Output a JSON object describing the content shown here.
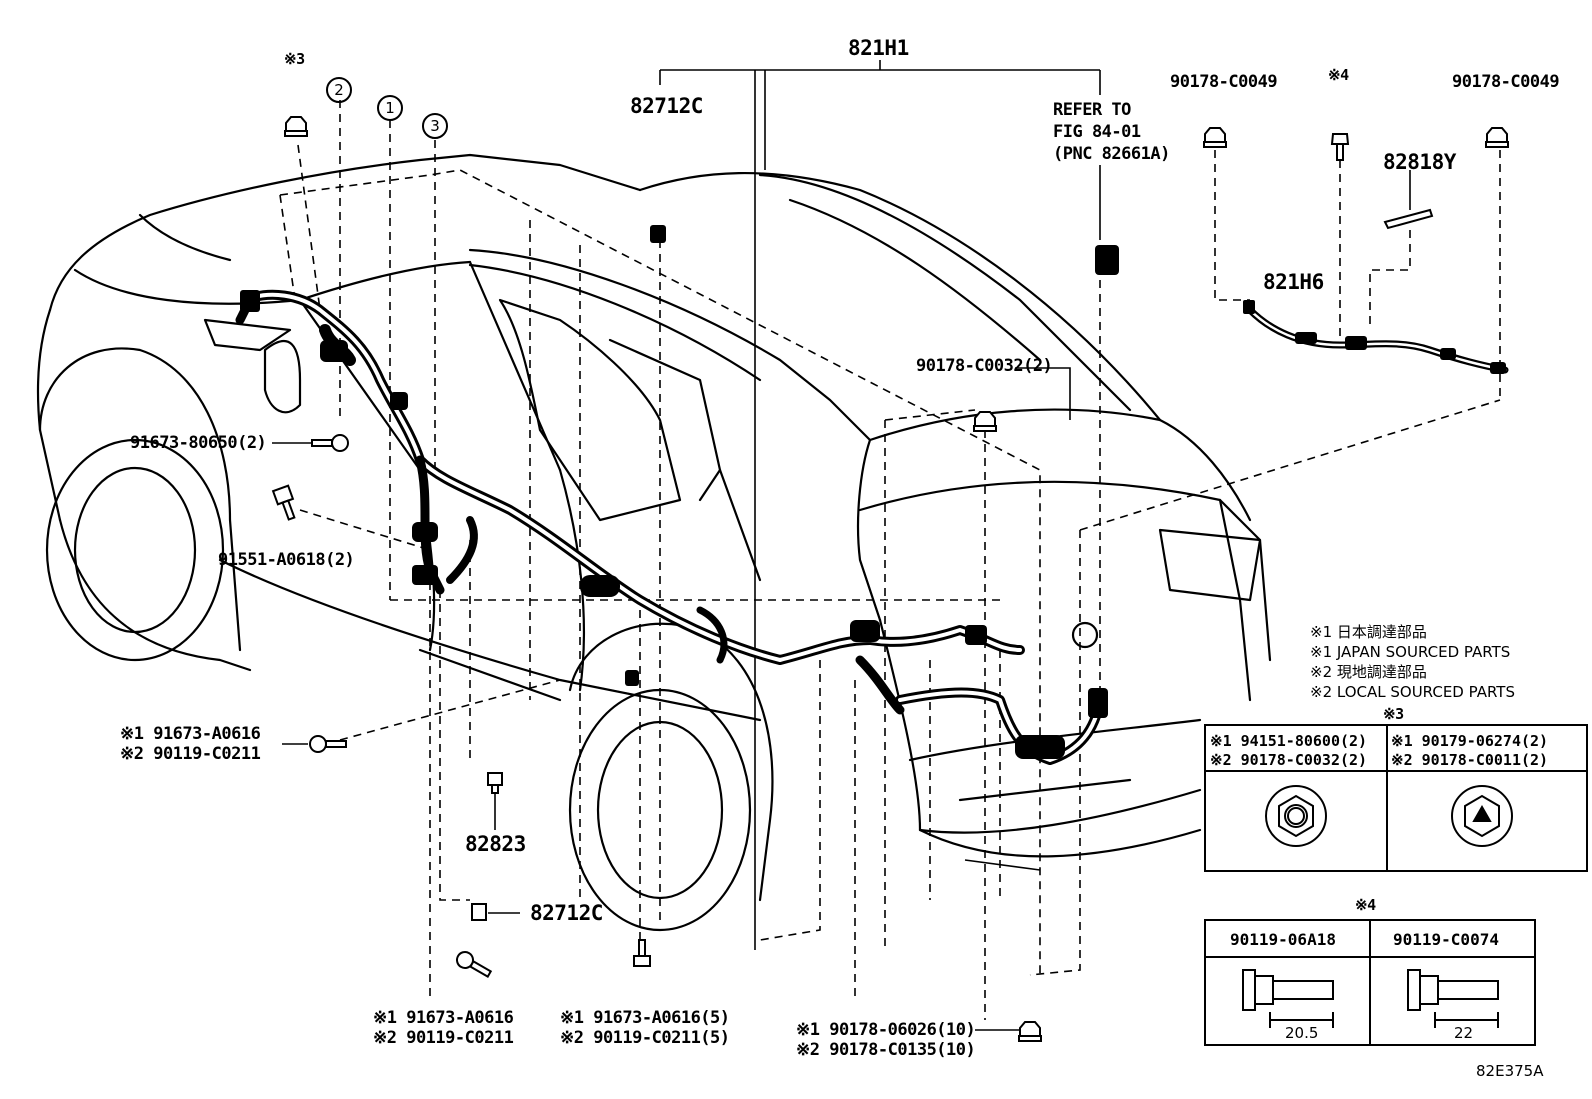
{
  "labels": {
    "main_part": "821H1",
    "part_82712c_top": "82712C",
    "refer_line1": "REFER TO",
    "refer_line2": "FIG 84-01",
    "refer_line3": "(PNC 82661A)",
    "clip_top_left": "90178-C0049",
    "clip_top_right": "90178-C0049",
    "star4_top": "※4",
    "part_82818y": "82818Y",
    "part_821h6": "821H6",
    "nut_90178_c0032": "90178-C0032(2)",
    "star3_top": "※3",
    "bolt_91673_80650": "91673-80650(2)",
    "bolt_91551_a0618": "91551-A0618(2)",
    "left_bolt_1": "※1 91673-A0616",
    "left_bolt_2": "※2 90119-C0211",
    "part_82823": "82823",
    "part_82712c_bottom": "82712C",
    "bottom_bolt_a1": "※1 91673-A0616",
    "bottom_bolt_a2": "※2 90119-C0211",
    "bottom_bolt_b1": "※1 91673-A0616(5)",
    "bottom_bolt_b2": "※2 90119-C0211(5)",
    "bottom_nut_c1": "※1 90178-06026(10)",
    "bottom_nut_c2": "※2 90178-C0135(10)",
    "figure_code": "82E375A"
  },
  "callouts": [
    "2",
    "1",
    "3"
  ],
  "notes": [
    "※1 日本調達部品",
    "※1 JAPAN SOURCED PARTS",
    "※2 現地調達部品",
    "※2 LOCAL SOURCED PARTS"
  ],
  "table3": {
    "title": "※3",
    "left_line1": "※1 94151-80600(2)",
    "left_line2": "※2 90178-C0032(2)",
    "right_line1": "※1 90179-06274(2)",
    "right_line2": "※2 90178-C0011(2)"
  },
  "table4": {
    "title": "※4",
    "col1": "90119-06A18",
    "col2": "90119-C0074",
    "dim1": "20.5",
    "dim2": "22"
  }
}
